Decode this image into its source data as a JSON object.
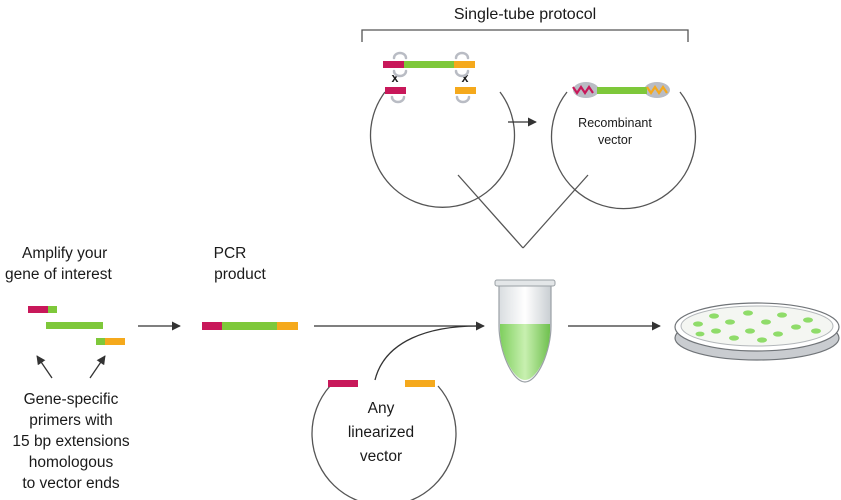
{
  "labels": {
    "title": "Single-tube protocol",
    "amplify": [
      "Amplify your",
      "gene of interest"
    ],
    "pcr": [
      "PCR",
      "product"
    ],
    "primers": [
      "Gene-specific",
      "primers with",
      "15 bp extensions",
      "homologous",
      "to vector ends"
    ],
    "vector": [
      "Any",
      "linearized",
      "vector"
    ],
    "recombinant": [
      "Recombinant",
      "vector"
    ],
    "cross_mark": "x"
  },
  "colors": {
    "magenta": "#c8185a",
    "green": "#7ec83a",
    "orange": "#f5a91c",
    "gray_protein": "#b9bcc4",
    "tube_fill": "#8fd870",
    "plate_colony": "#8fdc6a",
    "line": "#444444"
  }
}
